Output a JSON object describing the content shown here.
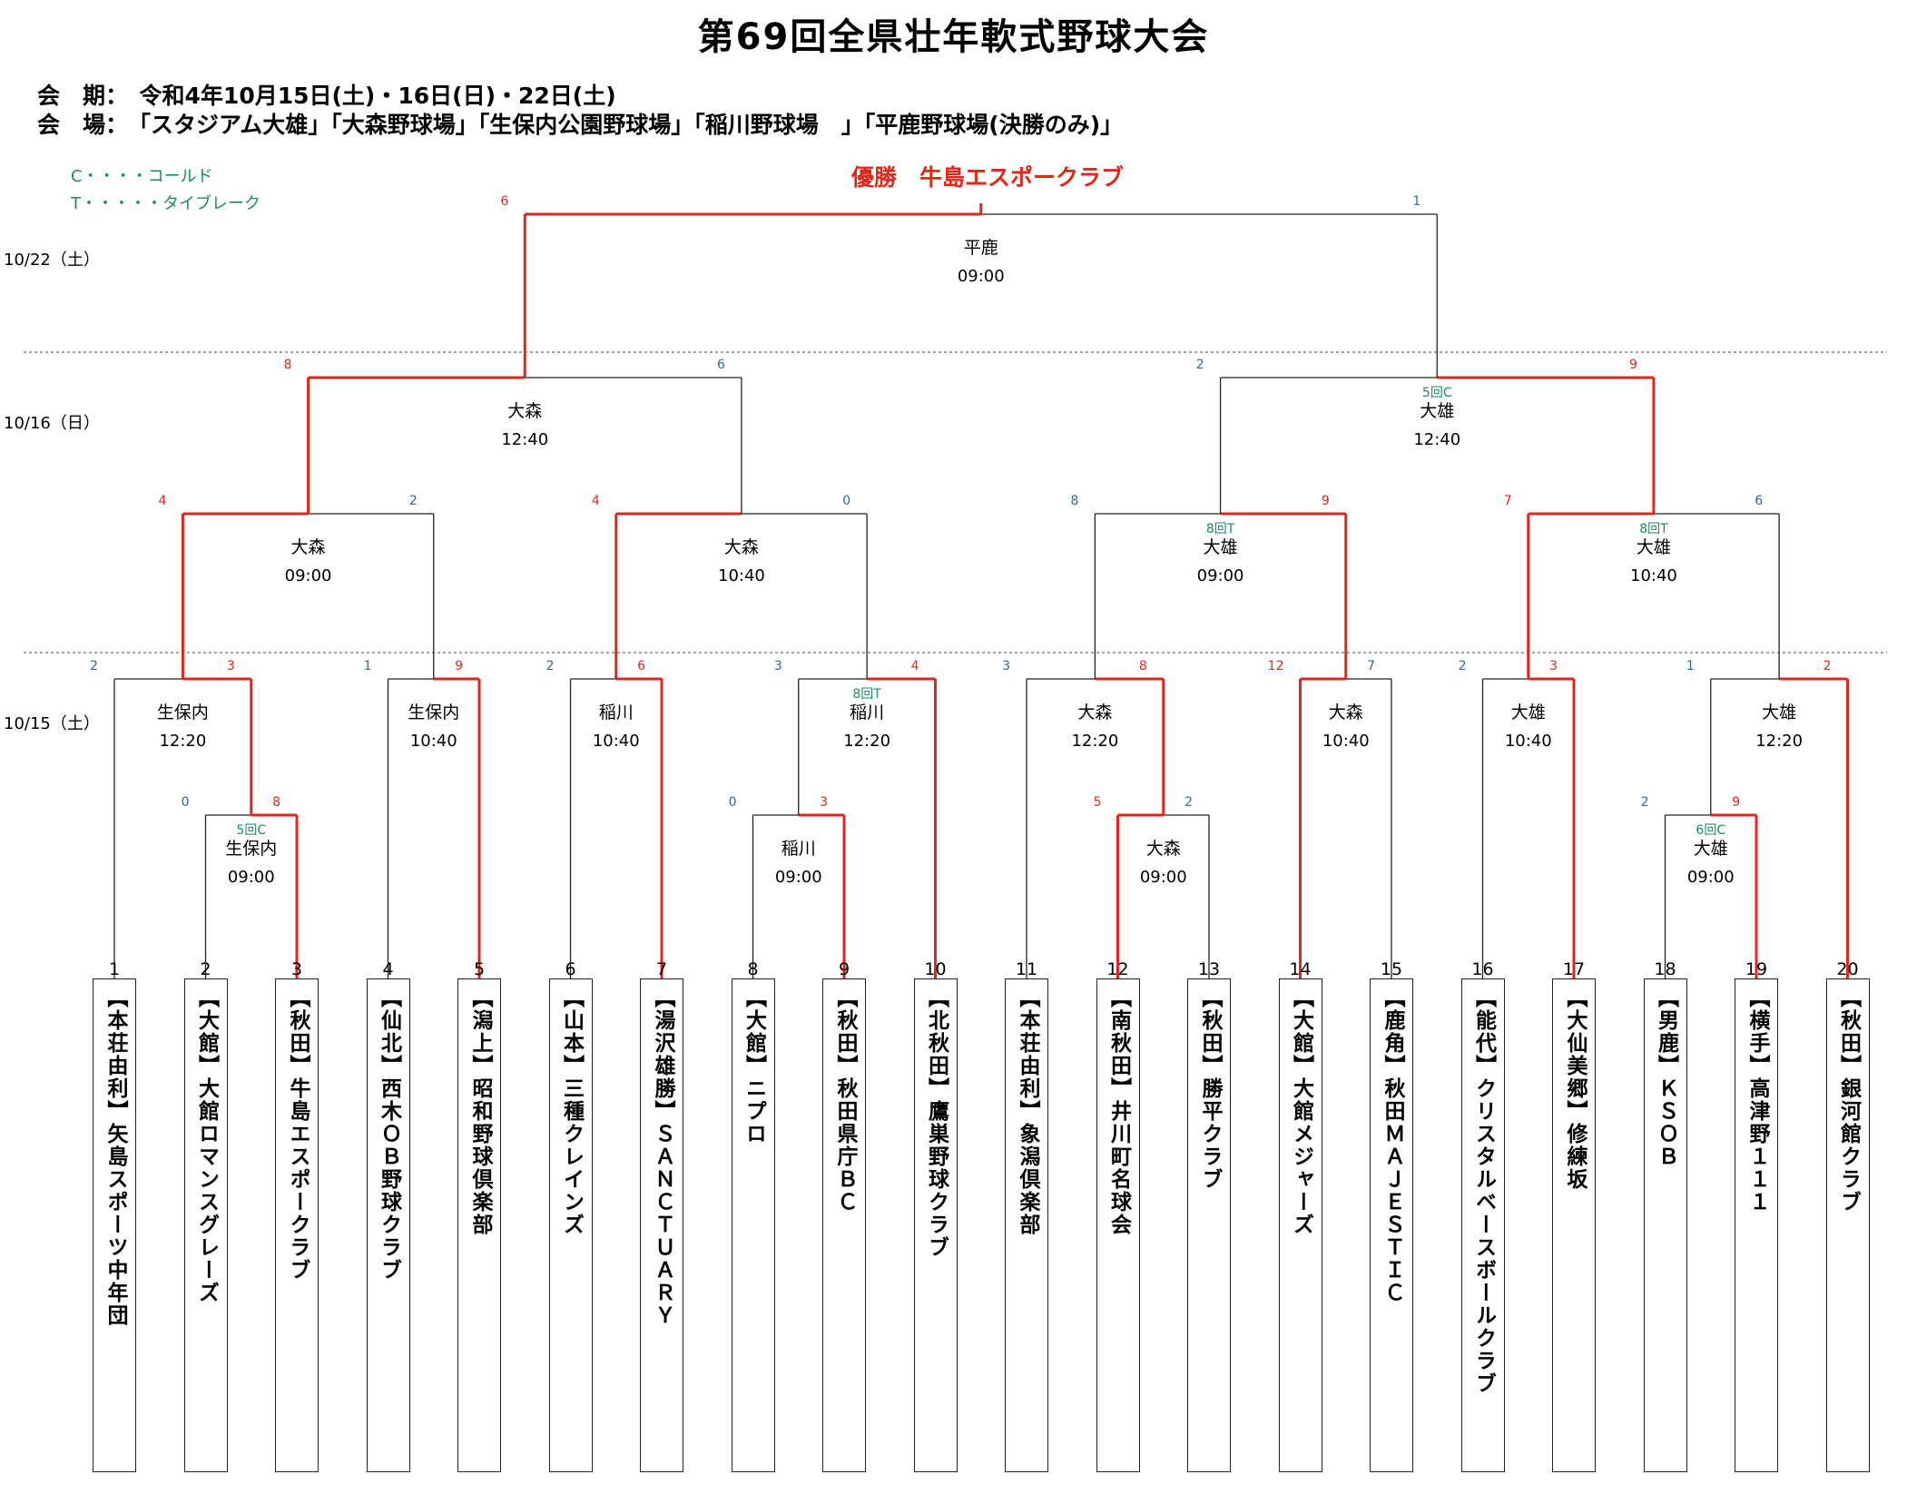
{
  "title": "第69回全県壮年軟式野球大会",
  "info": {
    "period_label": "会　期：",
    "period_value": "令和4年10月15日(土)・16日(日)・22日(土)",
    "venue_label": "会　場：",
    "venue_value": "「スタジアム大雄」「大森野球場」「生保内公園野球場」「稲川野球場　」「平鹿野球場(決勝のみ)」"
  },
  "legend": {
    "c": "C・・・・コールド",
    "t": "T・・・・・タイブレーク"
  },
  "winner": "優勝　牛島エスポークラブ",
  "days": {
    "d22": "10/22（土）",
    "d16": "10/16（日）",
    "d15": "10/15（土）"
  },
  "colors": {
    "win": "#e1261c",
    "line": "#222222",
    "score_win": "#e1261c",
    "score_lose": "#2b6a9b",
    "note": "#1a8a6a"
  },
  "teams": [
    {
      "no": "1",
      "name": "【本荘由利】矢島スポーツ中年団"
    },
    {
      "no": "2",
      "name": "【大館】大館ロマンスグレーズ"
    },
    {
      "no": "3",
      "name": "【秋田】牛島エスポークラブ"
    },
    {
      "no": "4",
      "name": "【仙北】西木ＯＢ野球クラブ"
    },
    {
      "no": "5",
      "name": "【潟上】昭和野球倶楽部"
    },
    {
      "no": "6",
      "name": "【山本】三種クレインズ"
    },
    {
      "no": "7",
      "name": "【湯沢雄勝】ＳＡＮＣＴＵＡＲＹ"
    },
    {
      "no": "8",
      "name": "【大館】ニプロ"
    },
    {
      "no": "9",
      "name": "【秋田】秋田県庁ＢＣ"
    },
    {
      "no": "10",
      "name": "【北秋田】鷹巣野球クラブ"
    },
    {
      "no": "11",
      "name": "【本荘由利】象潟倶楽部"
    },
    {
      "no": "12",
      "name": "【南秋田】井川町名球会"
    },
    {
      "no": "13",
      "name": "【秋田】勝平クラブ"
    },
    {
      "no": "14",
      "name": "【大館】大館メジャーズ"
    },
    {
      "no": "15",
      "name": "【鹿角】秋田ＭＡＪＥＳＴＩＣ"
    },
    {
      "no": "16",
      "name": "【能代】クリスタルベースボールクラブ"
    },
    {
      "no": "17",
      "name": "【大仙美郷】修練坂"
    },
    {
      "no": "18",
      "name": "【男鹿】ＫＳＯＢ"
    },
    {
      "no": "19",
      "name": "【横手】高津野１１１"
    },
    {
      "no": "20",
      "name": "【秋田】銀河館クラブ"
    }
  ],
  "matches": [
    {
      "id": "A",
      "venue": "生保内",
      "time": "09:00",
      "left": "T2",
      "right": "T3",
      "score_l": "0",
      "score_r": "8",
      "winner": "R",
      "note": "5回C"
    },
    {
      "id": "B",
      "venue": "稲川",
      "time": "09:00",
      "left": "T8",
      "right": "T9",
      "score_l": "0",
      "score_r": "3",
      "winner": "R",
      "note": ""
    },
    {
      "id": "C",
      "venue": "大森",
      "time": "09:00",
      "left": "T12",
      "right": "T13",
      "score_l": "5",
      "score_r": "2",
      "winner": "L",
      "note": ""
    },
    {
      "id": "D",
      "venue": "大雄",
      "time": "09:00",
      "left": "T18",
      "right": "T19",
      "score_l": "2",
      "score_r": "9",
      "winner": "R",
      "note": "6回C"
    },
    {
      "id": "E",
      "venue": "生保内",
      "time": "12:20",
      "left": "T1",
      "right": "A",
      "score_l": "2",
      "score_r": "3",
      "winner": "R",
      "note": ""
    },
    {
      "id": "F",
      "venue": "生保内",
      "time": "10:40",
      "left": "T4",
      "right": "T5",
      "score_l": "1",
      "score_r": "9",
      "winner": "R",
      "note": ""
    },
    {
      "id": "G",
      "venue": "稲川",
      "time": "10:40",
      "left": "T6",
      "right": "T7",
      "score_l": "2",
      "score_r": "6",
      "winner": "R",
      "note": ""
    },
    {
      "id": "H",
      "venue": "稲川",
      "time": "12:20",
      "left": "B",
      "right": "T10",
      "score_l": "3",
      "score_r": "4",
      "winner": "R",
      "note": "8回T"
    },
    {
      "id": "I",
      "venue": "大森",
      "time": "12:20",
      "left": "T11",
      "right": "C",
      "score_l": "3",
      "score_r": "8",
      "winner": "R",
      "note": ""
    },
    {
      "id": "J",
      "venue": "大森",
      "time": "10:40",
      "left": "T14",
      "right": "T15",
      "score_l": "12",
      "score_r": "7",
      "winner": "L",
      "note": ""
    },
    {
      "id": "K",
      "venue": "大雄",
      "time": "10:40",
      "left": "T16",
      "right": "T17",
      "score_l": "2",
      "score_r": "3",
      "winner": "R",
      "note": ""
    },
    {
      "id": "L",
      "venue": "大雄",
      "time": "12:20",
      "left": "D",
      "right": "T20",
      "score_l": "1",
      "score_r": "2",
      "winner": "R",
      "note": ""
    },
    {
      "id": "M",
      "venue": "大森",
      "time": "09:00",
      "left": "E",
      "right": "F",
      "score_l": "4",
      "score_r": "2",
      "winner": "L",
      "note": ""
    },
    {
      "id": "N",
      "venue": "大森",
      "time": "10:40",
      "left": "G",
      "right": "H",
      "score_l": "4",
      "score_r": "0",
      "winner": "L",
      "note": ""
    },
    {
      "id": "O",
      "venue": "大雄",
      "time": "09:00",
      "left": "I",
      "right": "J",
      "score_l": "8",
      "score_r": "9",
      "winner": "R",
      "note": "8回T"
    },
    {
      "id": "P",
      "venue": "大雄",
      "time": "10:40",
      "left": "K",
      "right": "L",
      "score_l": "7",
      "score_r": "6",
      "winner": "L",
      "note": "8回T"
    },
    {
      "id": "Q",
      "venue": "大森",
      "time": "12:40",
      "left": "M",
      "right": "N",
      "score_l": "8",
      "score_r": "6",
      "winner": "L",
      "note": ""
    },
    {
      "id": "R",
      "venue": "大雄",
      "time": "12:40",
      "left": "O",
      "right": "P",
      "score_l": "2",
      "score_r": "9",
      "winner": "R",
      "note": "5回C"
    },
    {
      "id": "S",
      "venue": "平鹿",
      "time": "09:00",
      "left": "Q",
      "right": "R",
      "score_l": "6",
      "score_r": "1",
      "winner": "L",
      "note": ""
    }
  ]
}
